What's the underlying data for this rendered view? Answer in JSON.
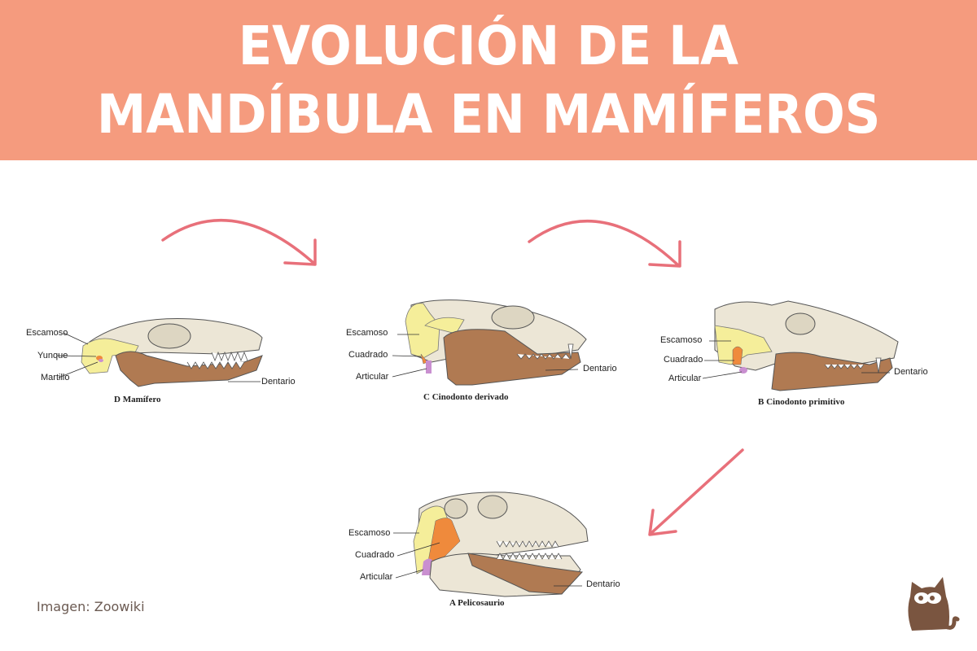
{
  "header": {
    "title_line1": "EVOLUCIÓN DE LA",
    "title_line2": "MANDÍBULA EN MAMÍFEROS",
    "background_color": "#f59b7e",
    "text_color": "#ffffff"
  },
  "arrows": {
    "color": "#e8707a",
    "items": [
      {
        "name": "arrow-d-to-c",
        "direction": "curved-right"
      },
      {
        "name": "arrow-c-to-b",
        "direction": "curved-right"
      },
      {
        "name": "arrow-b-to-a",
        "direction": "diagonal-down-left"
      }
    ]
  },
  "panels": [
    {
      "id": "D",
      "caption": "D Mamífero",
      "labels": [
        "Escamoso",
        "Yunque",
        "Martillo",
        "Dentario"
      ]
    },
    {
      "id": "C",
      "caption": "C Cinodonto derivado",
      "labels": [
        "Escamoso",
        "Cuadrado",
        "Articular",
        "Dentario"
      ]
    },
    {
      "id": "B",
      "caption": "B Cinodonto primitivo",
      "labels": [
        "Escamoso",
        "Cuadrado",
        "Articular",
        "Dentario"
      ]
    },
    {
      "id": "A",
      "caption": "A Pelicosaurio",
      "labels": [
        "Escamoso",
        "Cuadrado",
        "Articular",
        "Dentario"
      ]
    }
  ],
  "bone_colors": {
    "skull": "#ece6d6",
    "escamoso": "#f5ee9a",
    "cuadrado": "#ef8a3c",
    "articular": "#c98fd0",
    "dentario": "#b07a52"
  },
  "footer": {
    "credit": "Imagen: Zoowiki",
    "logo": "cat-logo-icon",
    "logo_color": "#7a5540"
  }
}
